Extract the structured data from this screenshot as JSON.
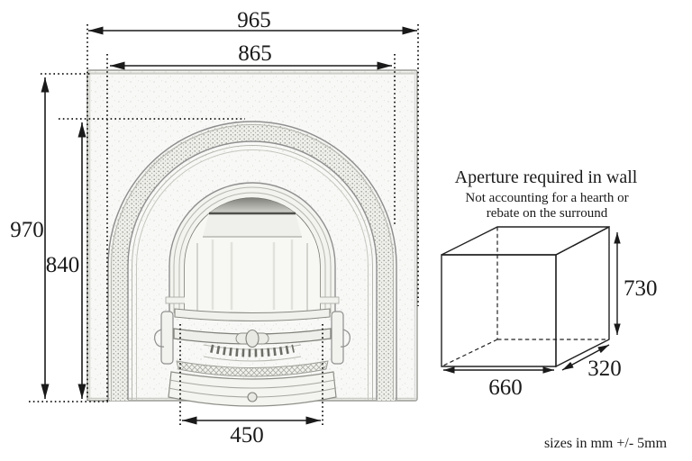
{
  "page": {
    "note": "sizes in mm +/- 5mm",
    "background": "#ffffff"
  },
  "fireplace": {
    "dimensions": {
      "overall_width": "965",
      "inner_width": "865",
      "overall_height": "970",
      "inner_height": "840",
      "basket_width": "450"
    }
  },
  "aperture": {
    "title": "Aperture required in wall",
    "subtitle_line1": "Not accounting for a hearth or",
    "subtitle_line2": "rebate on the surround",
    "dimensions": {
      "height": "730",
      "depth": "320",
      "width": "660"
    }
  },
  "colors": {
    "dimension_ink": "#1a1a1a",
    "sketch_line": "#8f8f8f",
    "panel_fill": "#f8f8f6"
  }
}
